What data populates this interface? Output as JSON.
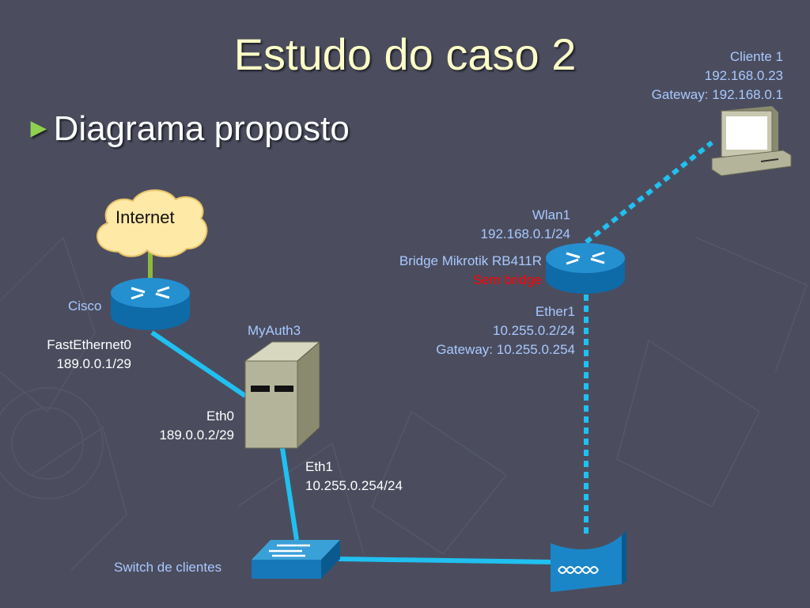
{
  "slide": {
    "title": "Estudo do caso 2",
    "bullet": "Diagrama proposto"
  },
  "nodes": {
    "internet": {
      "label": "Internet"
    },
    "cisco": {
      "name": "Cisco",
      "iface": "FastEthernet0",
      "ip": "189.0.0.1/29"
    },
    "myauth": {
      "name": "MyAuth3",
      "eth0": "Eth0",
      "eth0_ip": "189.0.0.2/29",
      "eth1": "Eth1",
      "eth1_ip": "10.255.0.254/24"
    },
    "switch": {
      "name": "Switch de clientes"
    },
    "mikrotik": {
      "wlan": "Wlan1",
      "wlan_ip": "192.168.0.1/24",
      "name": "Bridge Mikrotik RB411R",
      "note": "Sem bridge",
      "ether": "Ether1",
      "ether_ip": "10.255.0.2/24",
      "ether_gw": "Gateway: 10.255.0.254"
    },
    "client": {
      "name": "Cliente 1",
      "ip": "192.168.0.23",
      "gw": "Gateway: 192.168.0.1"
    }
  },
  "colors": {
    "background": "#4b4d5e",
    "title": "#ffffc8",
    "bullet_arrow": "#8fd14f",
    "blue_label": "#a9c8ff",
    "red_label": "#ff0000",
    "link": "#20c0f0",
    "router": "#1a86c8"
  }
}
